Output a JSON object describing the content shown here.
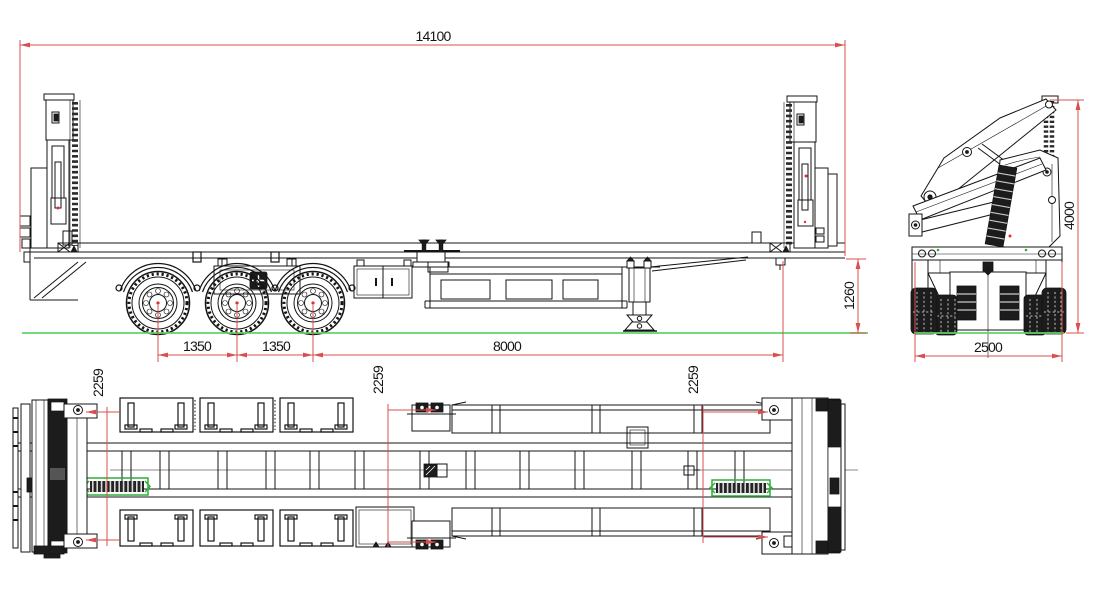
{
  "drawing": {
    "views": [
      {
        "id": "side-view"
      },
      {
        "id": "rear-view"
      },
      {
        "id": "plan-view"
      }
    ]
  },
  "dimensions": {
    "overall_length": "14100",
    "axle_spacing_front": "1350",
    "axle_spacing_rear": "1350",
    "axle_to_rear_support": "8000",
    "deck_height": "1260",
    "overall_height": "4000",
    "overall_width": "2500",
    "lock_spacing_front": "2259",
    "lock_spacing_middle": "2259",
    "lock_spacing_rear": "2259"
  },
  "colors": {
    "line": "#141414",
    "dimension": "#d94f4f",
    "ground": "#5fd468",
    "chain": "#2fae3a",
    "dark": "#1c1c1c"
  }
}
